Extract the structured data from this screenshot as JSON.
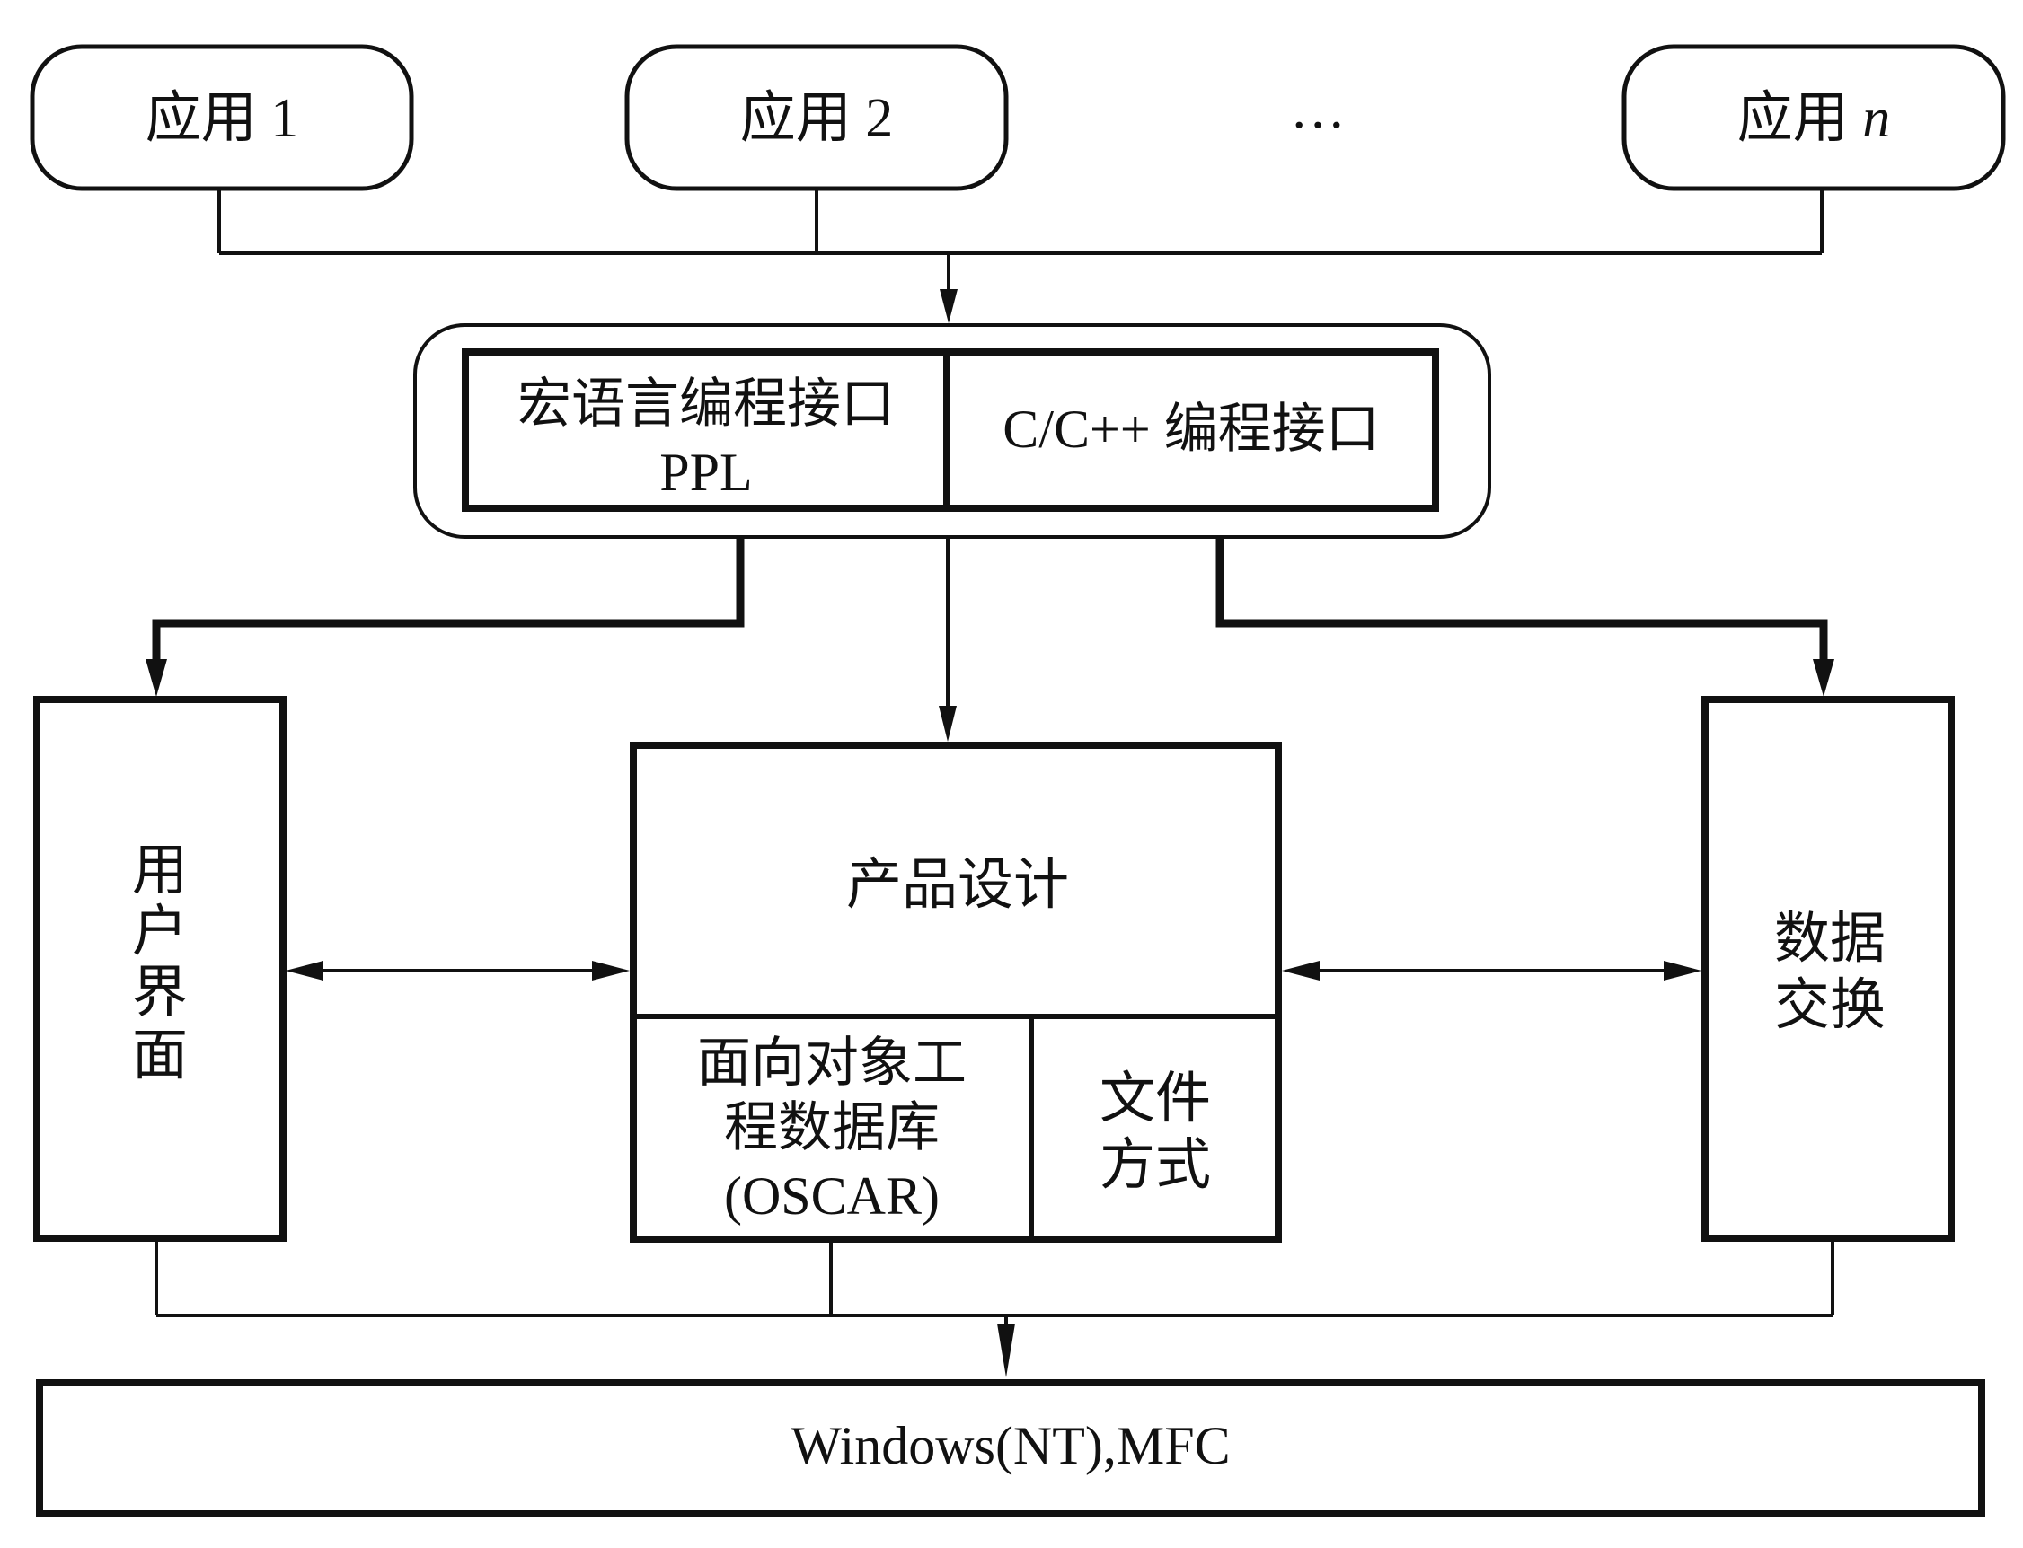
{
  "apps": {
    "app1": "应用 1",
    "app2": "应用 2",
    "ellipsis": "…",
    "appn_prefix": "应用 ",
    "appn_var": "n"
  },
  "interfaces": {
    "macro_line1": "宏语言编程接口",
    "macro_line2": "PPL",
    "cpp": "C/C++ 编程接口"
  },
  "ui": {
    "chars": [
      "用",
      "户",
      "界",
      "面"
    ]
  },
  "product": {
    "title": "产品设计",
    "db_line1": "面向对象工",
    "db_line2": "程数据库",
    "db_line3": "(OSCAR)",
    "file_line1": "文件",
    "file_line2": "方式"
  },
  "exchange": {
    "line1": "数据",
    "line2": "交换"
  },
  "platform": {
    "label": "Windows(NT),MFC"
  }
}
